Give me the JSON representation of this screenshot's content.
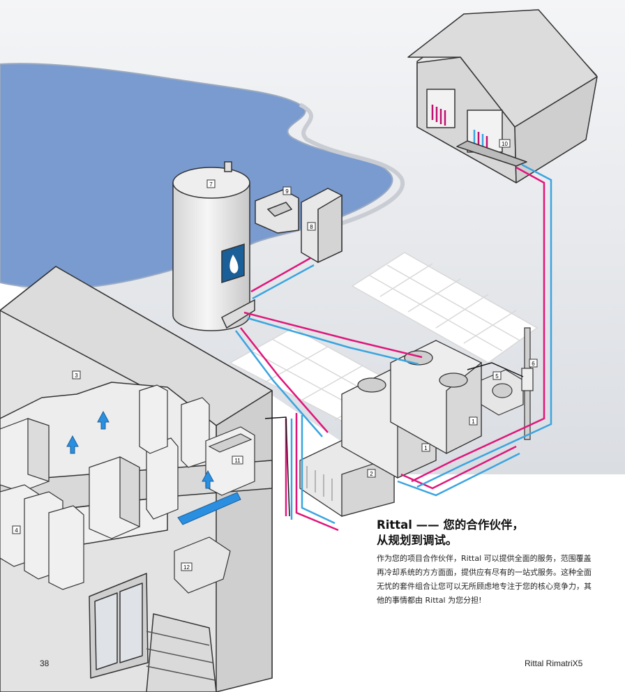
{
  "headline": {
    "line1": "Rittal —— 您的合作伙伴，",
    "line2": "从规划到调试。"
  },
  "body_text": "作为您的项目合作伙伴，Rittal 可以提供全面的服务，范围覆盖再冷却系统的方方面面，提供应有尽有的一站式服务。这种全面无忧的套件组合让您可以无所顾虑地专注于您的核心竞争力，其他的事情都由 Rittal 为您分担!",
  "footer": {
    "page_number": "38",
    "brand": "Rittal RimatriX5"
  },
  "callouts": {
    "chiller_a": "1",
    "chiller_b": "1",
    "free_cooler": "2",
    "building": "3",
    "racks": "4",
    "pump": "5",
    "sensor": "6",
    "tank": "7",
    "cabinet": "8",
    "unit9": "9",
    "house": "10",
    "lcp": "11",
    "control": "12"
  },
  "colors": {
    "lake": "#7a9bd0",
    "supply_pipe": "#e0157a",
    "return_pipe": "#3aa4e0",
    "equipment": "#eeeeee",
    "outline": "#333333"
  }
}
